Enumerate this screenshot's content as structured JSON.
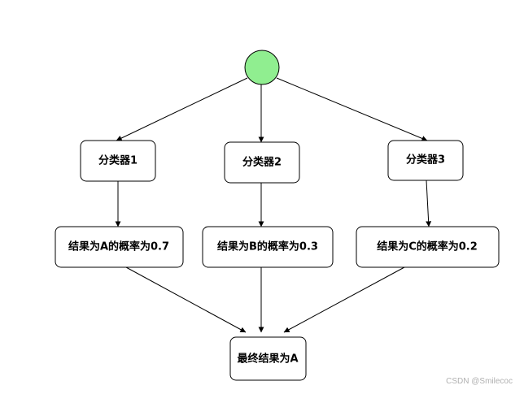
{
  "start_node": {
    "color": "#90ee90"
  },
  "classifiers": {
    "c1": "分类器1",
    "c2": "分类器2",
    "c3": "分类器3"
  },
  "results": {
    "r1": "结果为A的概率为0.7",
    "r2": "结果为B的概率为0.3",
    "r3": "结果为C的概率为0.2"
  },
  "final": "最终结果为A",
  "watermark": "CSDN @Smilecoc"
}
